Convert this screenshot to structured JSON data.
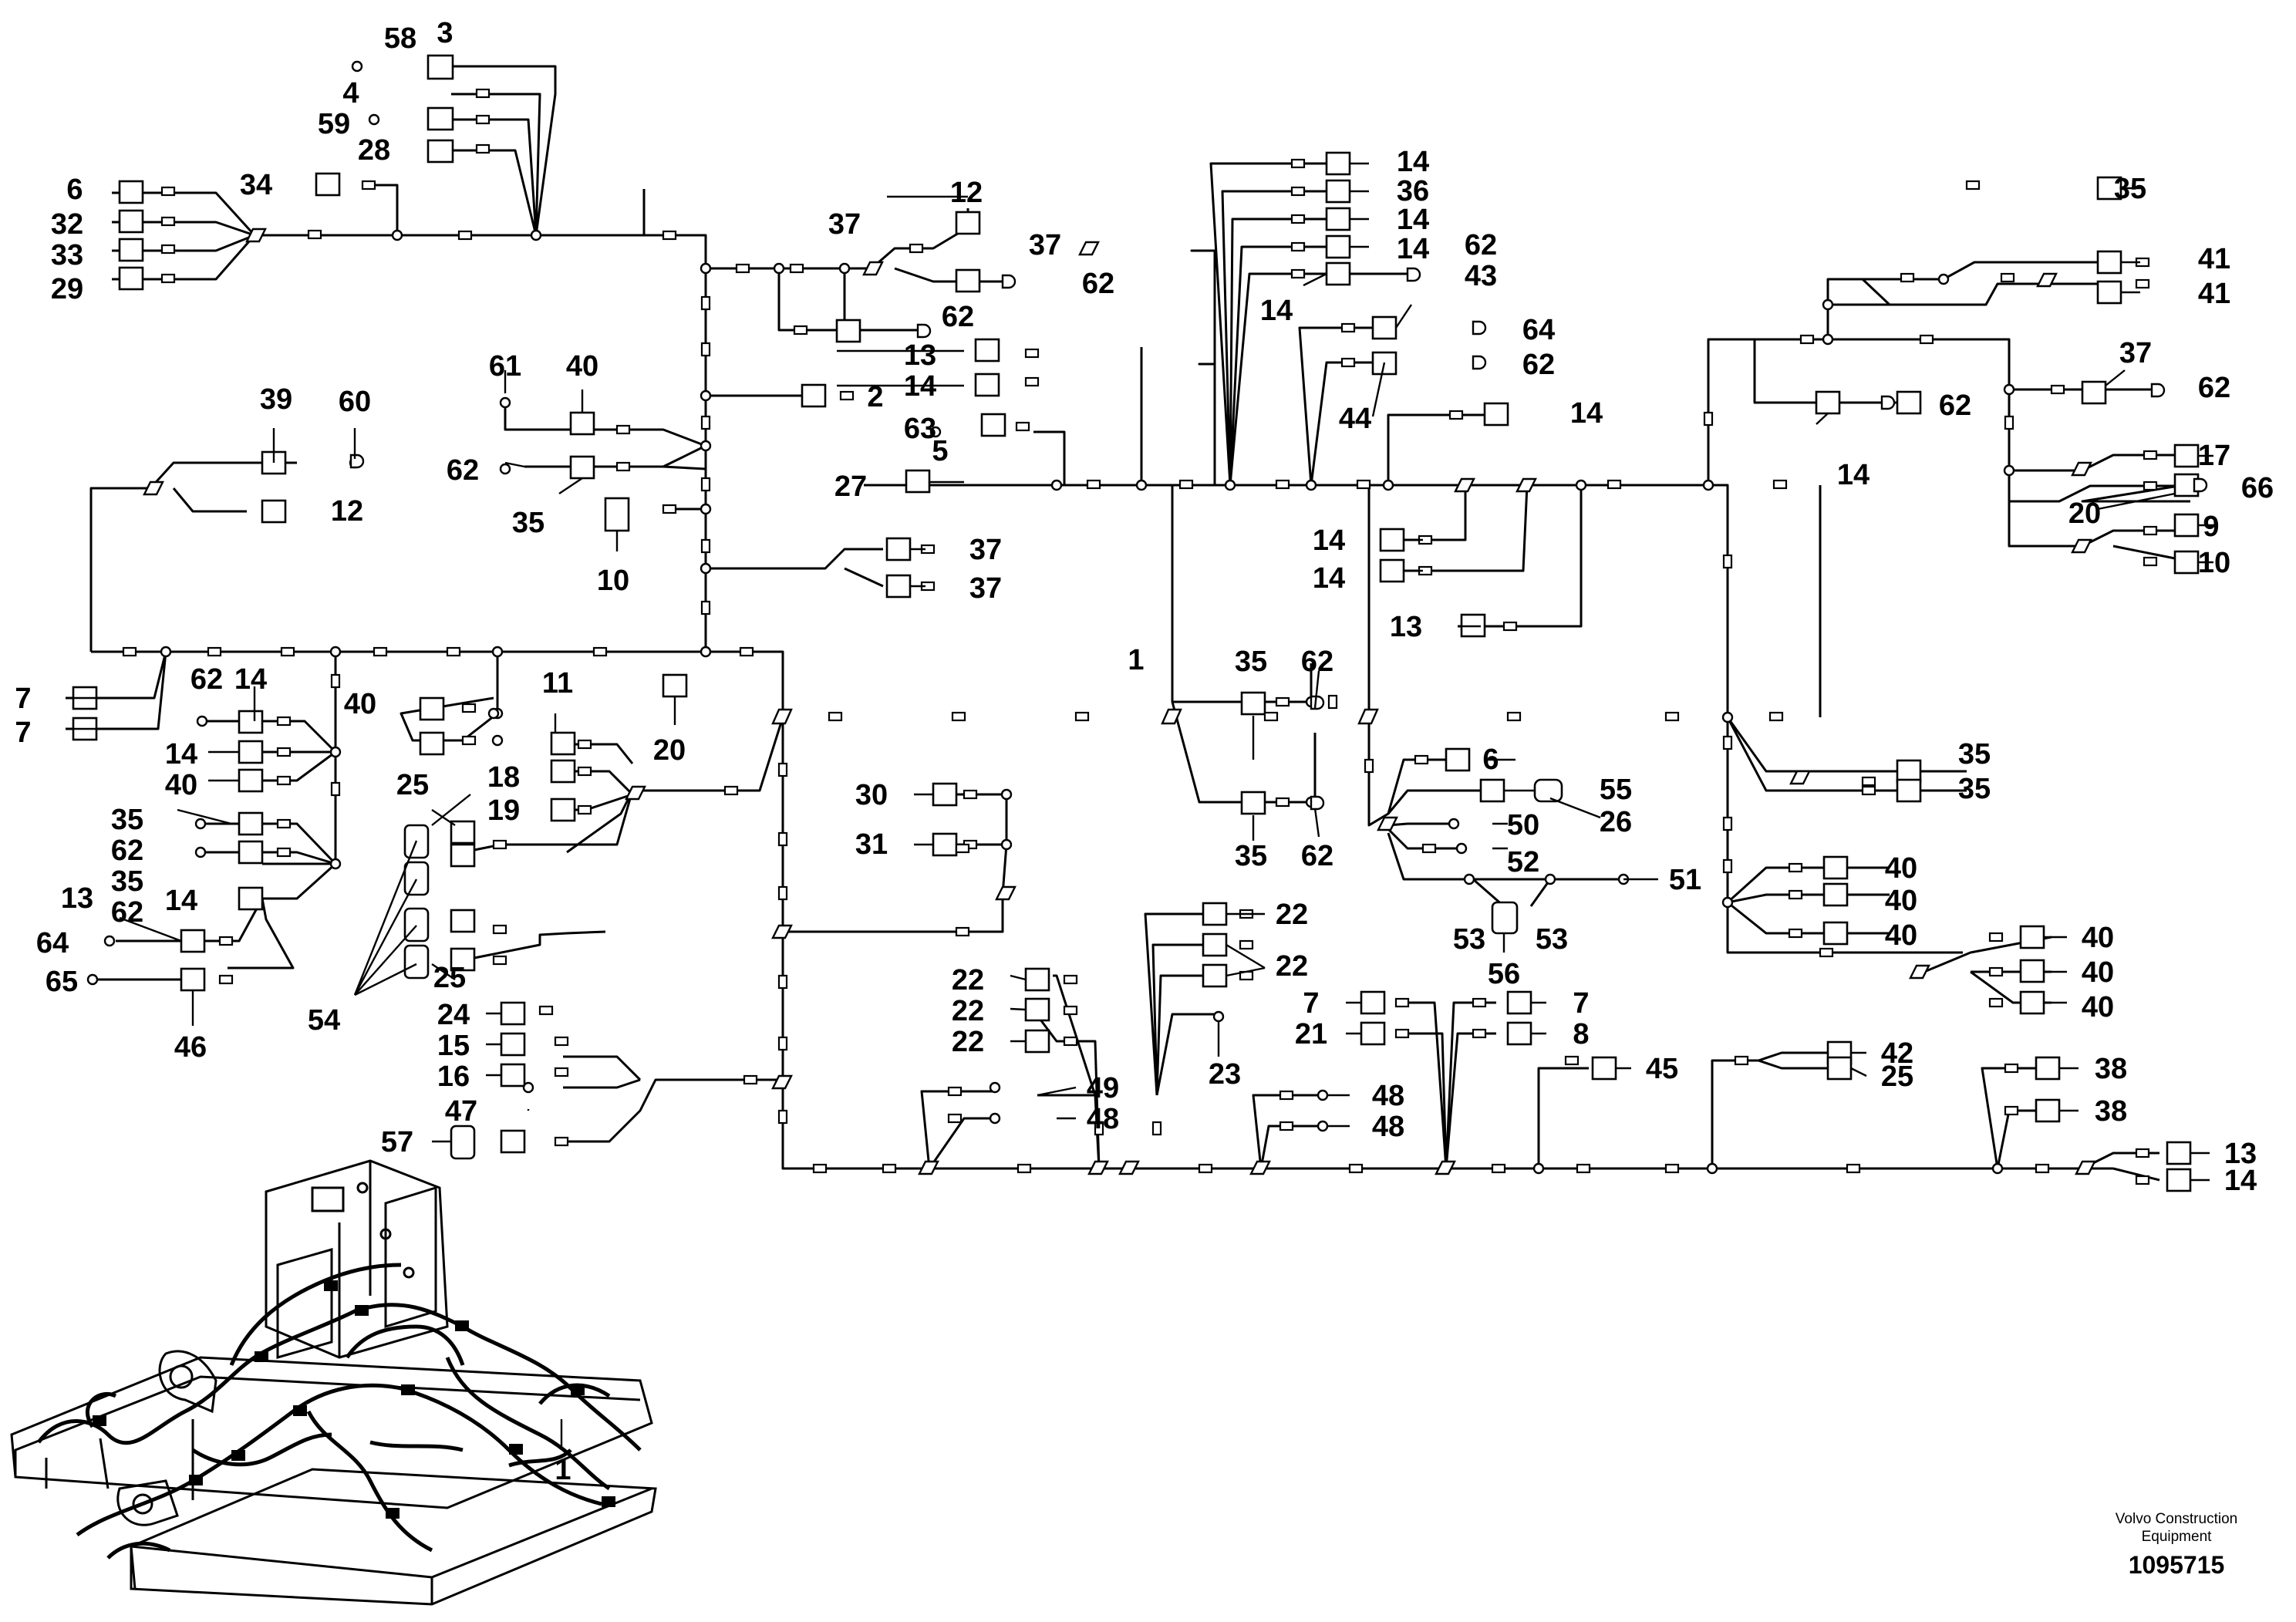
{
  "diagram": {
    "labels": [
      {
        "id": "l1",
        "text": "58"
      },
      {
        "id": "l2",
        "text": "3"
      },
      {
        "id": "l3",
        "text": "4"
      },
      {
        "id": "l4",
        "text": "59"
      },
      {
        "id": "l5",
        "text": "28"
      },
      {
        "id": "l6",
        "text": "6"
      },
      {
        "id": "l7",
        "text": "32"
      },
      {
        "id": "l8",
        "text": "33"
      },
      {
        "id": "l9",
        "text": "29"
      },
      {
        "id": "l10",
        "text": "34"
      },
      {
        "id": "l11",
        "text": "12"
      },
      {
        "id": "l12",
        "text": "37"
      },
      {
        "id": "l13",
        "text": "37"
      },
      {
        "id": "l14",
        "text": "62"
      },
      {
        "id": "l15",
        "text": "62"
      },
      {
        "id": "l16",
        "text": "13"
      },
      {
        "id": "l17",
        "text": "14"
      },
      {
        "id": "l18",
        "text": "63"
      },
      {
        "id": "l19",
        "text": "5"
      },
      {
        "id": "l20",
        "text": "27"
      },
      {
        "id": "l21",
        "text": "14"
      },
      {
        "id": "l22",
        "text": "36"
      },
      {
        "id": "l23",
        "text": "14"
      },
      {
        "id": "l24",
        "text": "14"
      },
      {
        "id": "l25",
        "text": "62"
      },
      {
        "id": "l26",
        "text": "43"
      },
      {
        "id": "l27",
        "text": "14"
      },
      {
        "id": "l28",
        "text": "64"
      },
      {
        "id": "l29",
        "text": "62"
      },
      {
        "id": "l30",
        "text": "44"
      },
      {
        "id": "l31",
        "text": "14"
      },
      {
        "id": "l32",
        "text": "35"
      },
      {
        "id": "l33",
        "text": "41"
      },
      {
        "id": "l34",
        "text": "41"
      },
      {
        "id": "l35",
        "text": "37"
      },
      {
        "id": "l36",
        "text": "62"
      },
      {
        "id": "l37",
        "text": "62"
      },
      {
        "id": "l38",
        "text": "14"
      },
      {
        "id": "l39",
        "text": "17"
      },
      {
        "id": "l40",
        "text": "66"
      },
      {
        "id": "l41",
        "text": "20"
      },
      {
        "id": "l42",
        "text": "9"
      },
      {
        "id": "l43",
        "text": "10"
      },
      {
        "id": "l44",
        "text": "14"
      },
      {
        "id": "l45",
        "text": "14"
      },
      {
        "id": "l46",
        "text": "13"
      },
      {
        "id": "l47",
        "text": "61"
      },
      {
        "id": "l48",
        "text": "40"
      },
      {
        "id": "l49",
        "text": "2"
      },
      {
        "id": "l50",
        "text": "39"
      },
      {
        "id": "l51",
        "text": "60"
      },
      {
        "id": "l52",
        "text": "12"
      },
      {
        "id": "l53",
        "text": "62"
      },
      {
        "id": "l54",
        "text": "35"
      },
      {
        "id": "l55",
        "text": "10"
      },
      {
        "id": "l56",
        "text": "37"
      },
      {
        "id": "l57",
        "text": "37"
      },
      {
        "id": "l58",
        "text": "7"
      },
      {
        "id": "l59",
        "text": "7"
      },
      {
        "id": "l60",
        "text": "62"
      },
      {
        "id": "l61",
        "text": "14"
      },
      {
        "id": "l62",
        "text": "40"
      },
      {
        "id": "l63",
        "text": "14"
      },
      {
        "id": "l64",
        "text": "40"
      },
      {
        "id": "l65",
        "text": "35"
      },
      {
        "id": "l66",
        "text": "62"
      },
      {
        "id": "l67",
        "text": "35"
      },
      {
        "id": "l68",
        "text": "62"
      },
      {
        "id": "l69",
        "text": "14"
      },
      {
        "id": "l70",
        "text": "13"
      },
      {
        "id": "l71",
        "text": "64"
      },
      {
        "id": "l72",
        "text": "65"
      },
      {
        "id": "l73",
        "text": "46"
      },
      {
        "id": "l74",
        "text": "40"
      },
      {
        "id": "l75",
        "text": "25"
      },
      {
        "id": "l76",
        "text": "25"
      },
      {
        "id": "l77",
        "text": "54"
      },
      {
        "id": "l78",
        "text": "11"
      },
      {
        "id": "l79",
        "text": "18"
      },
      {
        "id": "l80",
        "text": "19"
      },
      {
        "id": "l81",
        "text": "20"
      },
      {
        "id": "l82",
        "text": "1"
      },
      {
        "id": "l83",
        "text": "35"
      },
      {
        "id": "l84",
        "text": "62"
      },
      {
        "id": "l85",
        "text": "35"
      },
      {
        "id": "l86",
        "text": "62"
      },
      {
        "id": "l87",
        "text": "6"
      },
      {
        "id": "l88",
        "text": "55"
      },
      {
        "id": "l89",
        "text": "26"
      },
      {
        "id": "l90",
        "text": "50"
      },
      {
        "id": "l91",
        "text": "52"
      },
      {
        "id": "l92",
        "text": "51"
      },
      {
        "id": "l93",
        "text": "53"
      },
      {
        "id": "l94",
        "text": "53"
      },
      {
        "id": "l95",
        "text": "56"
      },
      {
        "id": "l96",
        "text": "35"
      },
      {
        "id": "l97",
        "text": "35"
      },
      {
        "id": "l98",
        "text": "40"
      },
      {
        "id": "l99",
        "text": "40"
      },
      {
        "id": "l100",
        "text": "40"
      },
      {
        "id": "l101",
        "text": "40"
      },
      {
        "id": "l102",
        "text": "40"
      },
      {
        "id": "l103",
        "text": "40"
      },
      {
        "id": "l104",
        "text": "30"
      },
      {
        "id": "l105",
        "text": "31"
      },
      {
        "id": "l106",
        "text": "22"
      },
      {
        "id": "l107",
        "text": "22"
      },
      {
        "id": "l108",
        "text": "22"
      },
      {
        "id": "l109",
        "text": "22"
      },
      {
        "id": "l110",
        "text": "22"
      },
      {
        "id": "l111",
        "text": "23"
      },
      {
        "id": "l112",
        "text": "49"
      },
      {
        "id": "l113",
        "text": "48"
      },
      {
        "id": "l114",
        "text": "7"
      },
      {
        "id": "l115",
        "text": "21"
      },
      {
        "id": "l116",
        "text": "7"
      },
      {
        "id": "l117",
        "text": "8"
      },
      {
        "id": "l118",
        "text": "48"
      },
      {
        "id": "l119",
        "text": "48"
      },
      {
        "id": "l120",
        "text": "45"
      },
      {
        "id": "l121",
        "text": "42"
      },
      {
        "id": "l122",
        "text": "25"
      },
      {
        "id": "l123",
        "text": "38"
      },
      {
        "id": "l124",
        "text": "38"
      },
      {
        "id": "l125",
        "text": "13"
      },
      {
        "id": "l126",
        "text": "14"
      },
      {
        "id": "l127",
        "text": "24"
      },
      {
        "id": "l128",
        "text": "15"
      },
      {
        "id": "l129",
        "text": "16"
      },
      {
        "id": "l130",
        "text": "47"
      },
      {
        "id": "l131",
        "text": "57"
      },
      {
        "id": "l132",
        "text": "1"
      }
    ],
    "footer": {
      "line1": "Volvo Construction",
      "line2": "Equipment",
      "number": "1095715"
    }
  }
}
